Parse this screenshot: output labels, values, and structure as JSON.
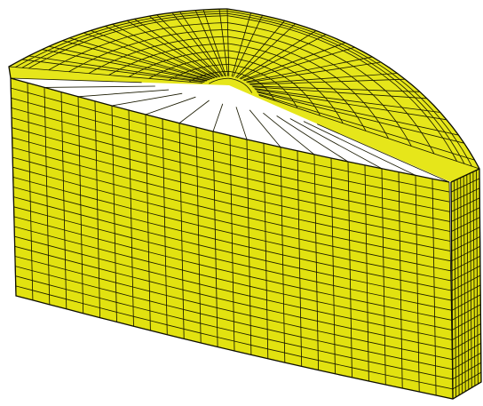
{
  "model": {
    "description_label": "",
    "colors": {
      "background": "#ffffff",
      "face_top": "#e6e61a",
      "face_front": "#e2e210",
      "face_cut": "#d8d80c",
      "edge": "#1a1a00"
    },
    "mesh": {
      "front_columns": 26,
      "front_rows": 22,
      "cut_columns": 9,
      "cut_rows": 22,
      "rim_layers": 3,
      "radial_spokes": 40,
      "core_rings": 9
    }
  }
}
